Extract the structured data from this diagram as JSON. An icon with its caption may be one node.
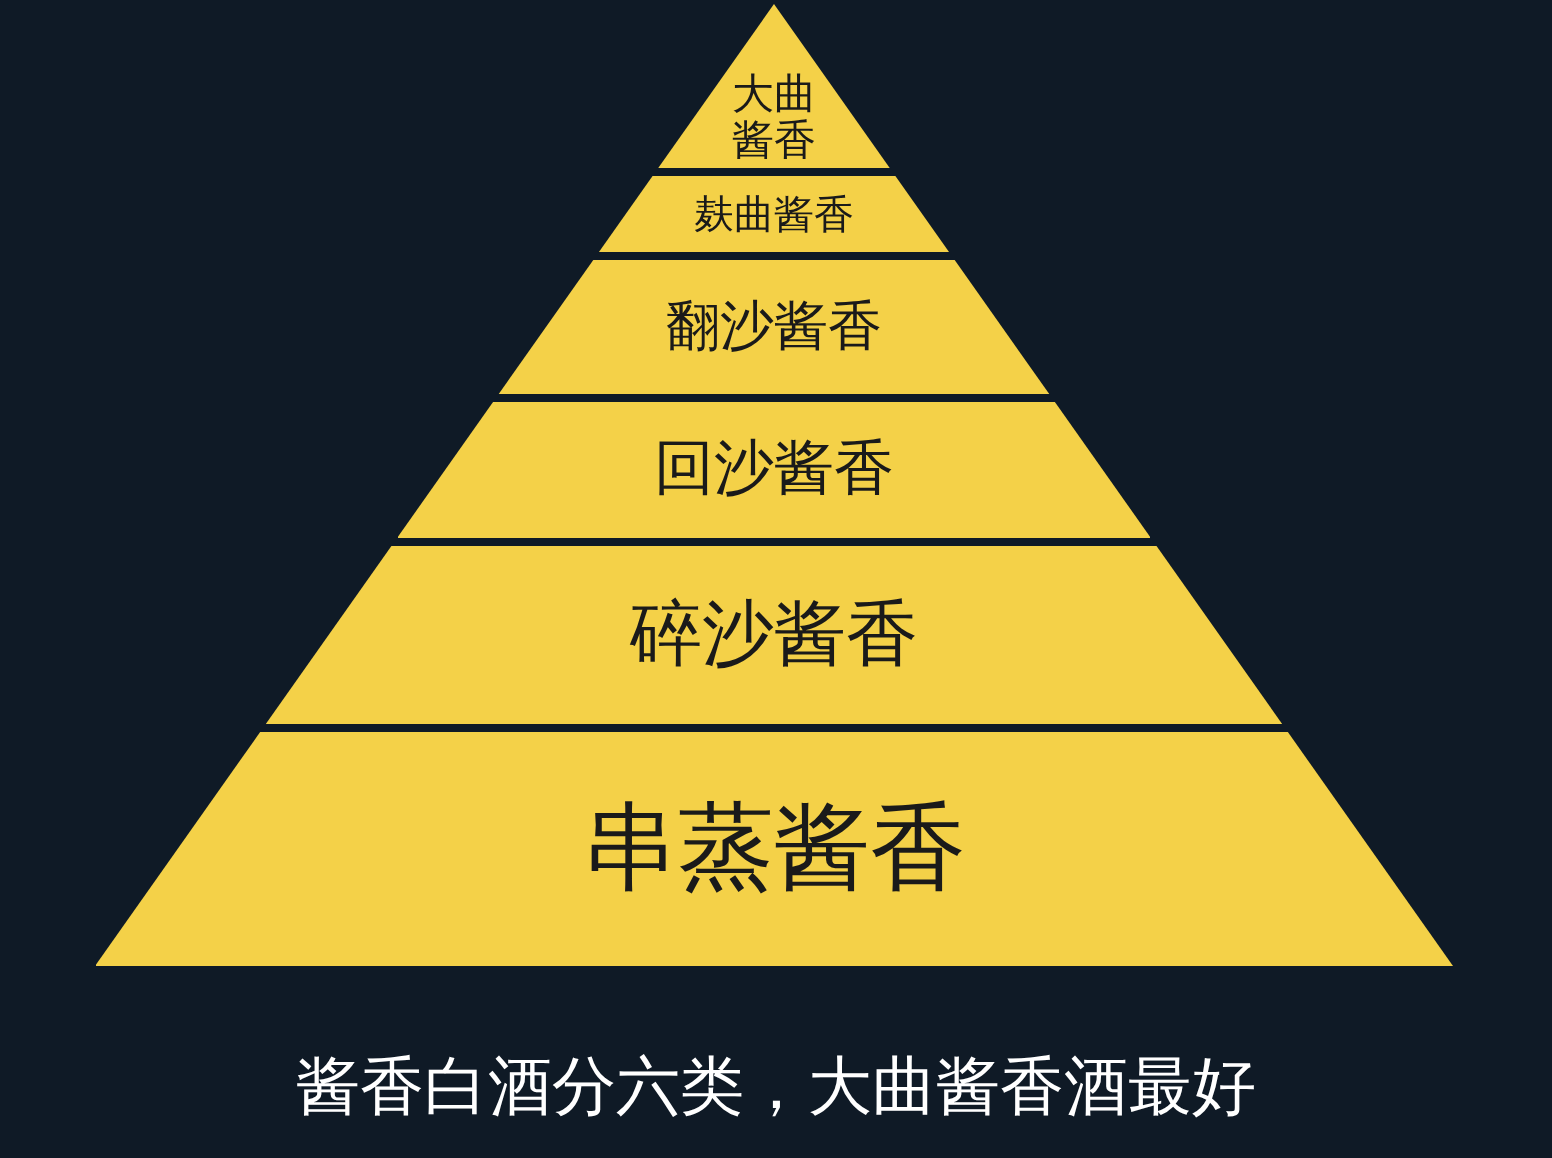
{
  "diagram": {
    "caption": "酱香白酒分六类，大曲酱香酒最好",
    "nodes": [
      {
        "text": [
          "大曲酱香"
        ]
      },
      {
        "text": [
          "麸曲酱香"
        ]
      },
      {
        "text": [
          "翻沙酱香"
        ]
      },
      {
        "text": [
          "回沙酱香"
        ]
      },
      {
        "text": [
          "碎沙酱香"
        ]
      },
      {
        "text": [
          "串蒸酱香"
        ]
      }
    ]
  }
}
